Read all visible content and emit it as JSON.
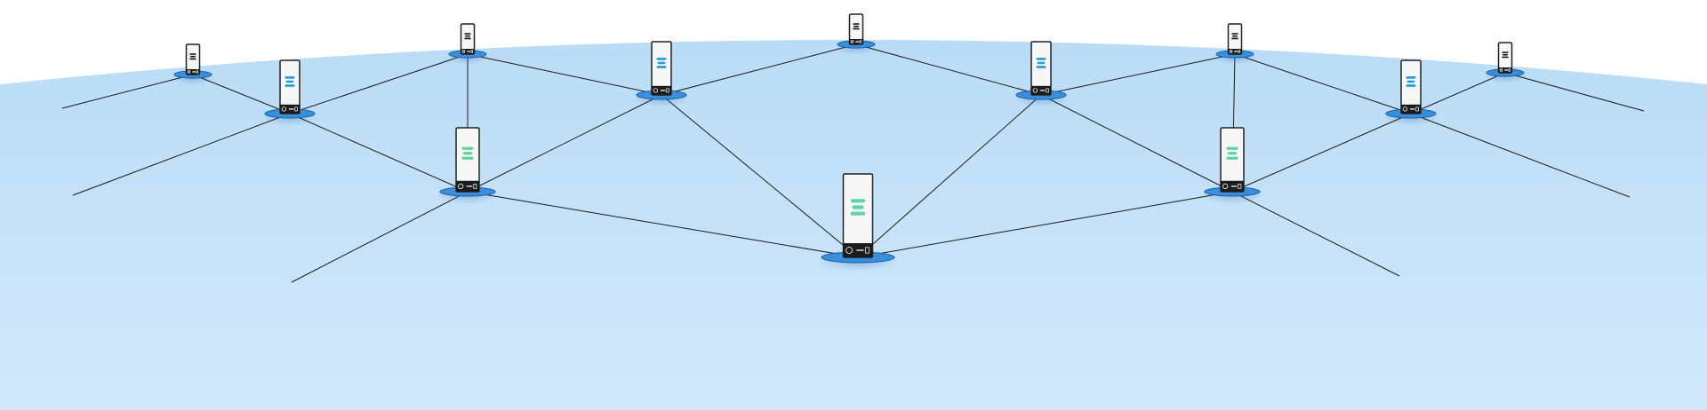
{
  "colors": {
    "ground_top": "#b9dcf6",
    "ground_bottom": "#d3e8fb",
    "link_line": "#1a1a1a",
    "node_base": "#3a8fdc",
    "node_base_edge": "#1b5fa8",
    "server_body": "#f7f7f7",
    "server_edge": "#222222",
    "server_panel": "#1c1c1c",
    "logo_blue": "#2a9fd6",
    "logo_green": "#5fd3a3",
    "logo_black": "#111111"
  },
  "nodes": [
    {
      "id": "n1",
      "tier": "far",
      "logo": "black",
      "icon": "server-icon"
    },
    {
      "id": "n2",
      "tier": "mid",
      "logo": "blue",
      "icon": "server-icon"
    },
    {
      "id": "n3",
      "tier": "far",
      "logo": "black",
      "icon": "server-icon"
    },
    {
      "id": "n4",
      "tier": "mid",
      "logo": "blue",
      "icon": "server-icon"
    },
    {
      "id": "n5",
      "tier": "far",
      "logo": "black",
      "icon": "server-icon"
    },
    {
      "id": "n6",
      "tier": "mid",
      "logo": "blue",
      "icon": "server-icon"
    },
    {
      "id": "n7",
      "tier": "far",
      "logo": "black",
      "icon": "server-icon"
    },
    {
      "id": "n8",
      "tier": "mid",
      "logo": "blue",
      "icon": "server-icon"
    },
    {
      "id": "n9",
      "tier": "far",
      "logo": "black",
      "icon": "server-icon"
    },
    {
      "id": "n10",
      "tier": "near",
      "logo": "green",
      "icon": "server-icon"
    },
    {
      "id": "n11",
      "tier": "near",
      "logo": "green",
      "icon": "server-icon"
    },
    {
      "id": "n12",
      "tier": "center",
      "logo": "green",
      "icon": "server-icon"
    }
  ],
  "links": [
    [
      "n1",
      "n2"
    ],
    [
      "n2",
      "n3"
    ],
    [
      "n3",
      "n4"
    ],
    [
      "n4",
      "n5"
    ],
    [
      "n5",
      "n6"
    ],
    [
      "n6",
      "n7"
    ],
    [
      "n7",
      "n8"
    ],
    [
      "n8",
      "n9"
    ],
    [
      "n2",
      "n10"
    ],
    [
      "n3",
      "n10"
    ],
    [
      "n4",
      "n10"
    ],
    [
      "n4",
      "n12"
    ],
    [
      "n6",
      "n12"
    ],
    [
      "n10",
      "n12"
    ],
    [
      "n11",
      "n12"
    ],
    [
      "n6",
      "n11"
    ],
    [
      "n7",
      "n11"
    ],
    [
      "n8",
      "n11"
    ],
    [
      "n1",
      "stub-l1"
    ],
    [
      "n2",
      "stub-l2"
    ],
    [
      "n10",
      "stub-l3"
    ],
    [
      "n9",
      "stub-r1"
    ],
    [
      "n8",
      "stub-r2"
    ],
    [
      "n11",
      "stub-r3"
    ]
  ]
}
